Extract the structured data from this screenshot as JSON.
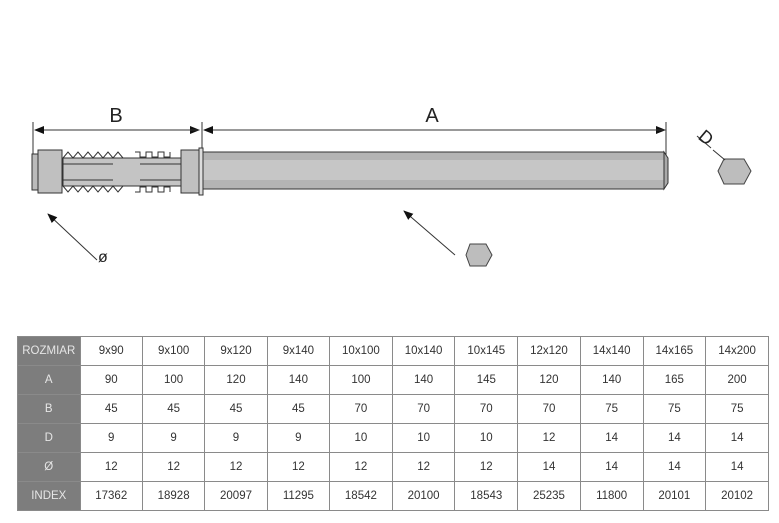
{
  "drawing": {
    "label_b": "B",
    "label_a": "A",
    "label_d": "D",
    "label_diameter": "ø"
  },
  "table": {
    "rows": [
      {
        "header": "ROZMIAR",
        "cells": [
          "9x90",
          "9x100",
          "9x120",
          "9x140",
          "10x100",
          "10x140",
          "10x145",
          "12x120",
          "14x140",
          "14x165",
          "14x200"
        ]
      },
      {
        "header": "A",
        "cells": [
          "90",
          "100",
          "120",
          "140",
          "100",
          "140",
          "145",
          "120",
          "140",
          "165",
          "200"
        ]
      },
      {
        "header": "B",
        "cells": [
          "45",
          "45",
          "45",
          "45",
          "70",
          "70",
          "70",
          "70",
          "75",
          "75",
          "75"
        ]
      },
      {
        "header": "D",
        "cells": [
          "9",
          "9",
          "9",
          "9",
          "10",
          "10",
          "10",
          "12",
          "14",
          "14",
          "14"
        ]
      },
      {
        "header": "Ø",
        "cells": [
          "12",
          "12",
          "12",
          "12",
          "12",
          "12",
          "12",
          "14",
          "14",
          "14",
          "14"
        ]
      },
      {
        "header": "INDEX",
        "cells": [
          "17362",
          "18928",
          "20097",
          "11295",
          "18542",
          "20100",
          "18543",
          "25235",
          "11800",
          "20101",
          "20102"
        ]
      }
    ]
  }
}
